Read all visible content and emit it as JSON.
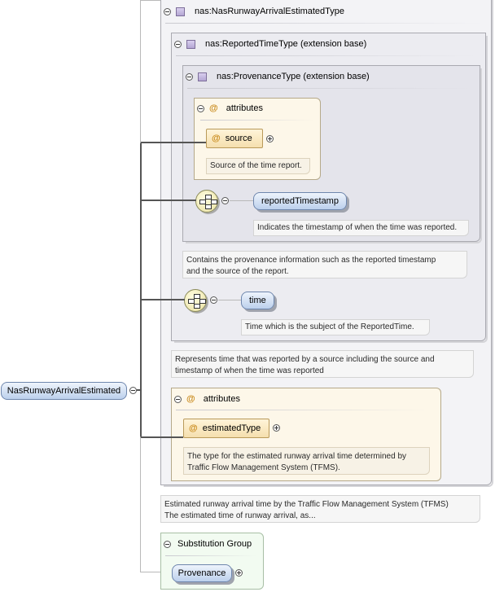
{
  "root_element": {
    "label": "NasRunwayArrivalEstimated"
  },
  "type_main": {
    "label": "nas:NasRunwayArrivalEstimatedType"
  },
  "type_reported": {
    "label": "nas:ReportedTimeType (extension base)"
  },
  "type_provenance": {
    "label": "nas:ProvenanceType (extension base)"
  },
  "attrs_provenance": {
    "header": "attributes",
    "source": {
      "label": "source",
      "doc": "Source of the time report."
    }
  },
  "reported_timestamp": {
    "label": "reportedTimestamp",
    "doc": "Indicates the timestamp of when the time was reported."
  },
  "provenance_doc": {
    "line1": "Contains the provenance information such as the reported timestamp",
    "line2": "and the source of the report."
  },
  "time_element": {
    "label": "time",
    "doc": "Time which is the subject of the ReportedTime."
  },
  "reported_doc": {
    "line1": "Represents time that was reported by a source including the source and",
    "line2": "timestamp of when the time was reported"
  },
  "attrs_main": {
    "header": "attributes",
    "estimated_type": {
      "label": "estimatedType",
      "doc_line1": "The type for the estimated runway arrival time determined by",
      "doc_line2": "Traffic Flow Management System (TFMS)."
    }
  },
  "main_doc": {
    "line1": "Estimated runway arrival time by the Traffic Flow Management System (TFMS)",
    "line2": "The estimated time of runway arrival, as..."
  },
  "substitution_group": {
    "header": "Substitution Group",
    "member": "Provenance"
  },
  "icons": [
    "minus-icon",
    "plus-icon",
    "type-icon",
    "attribute-icon",
    "sequence-icon"
  ]
}
